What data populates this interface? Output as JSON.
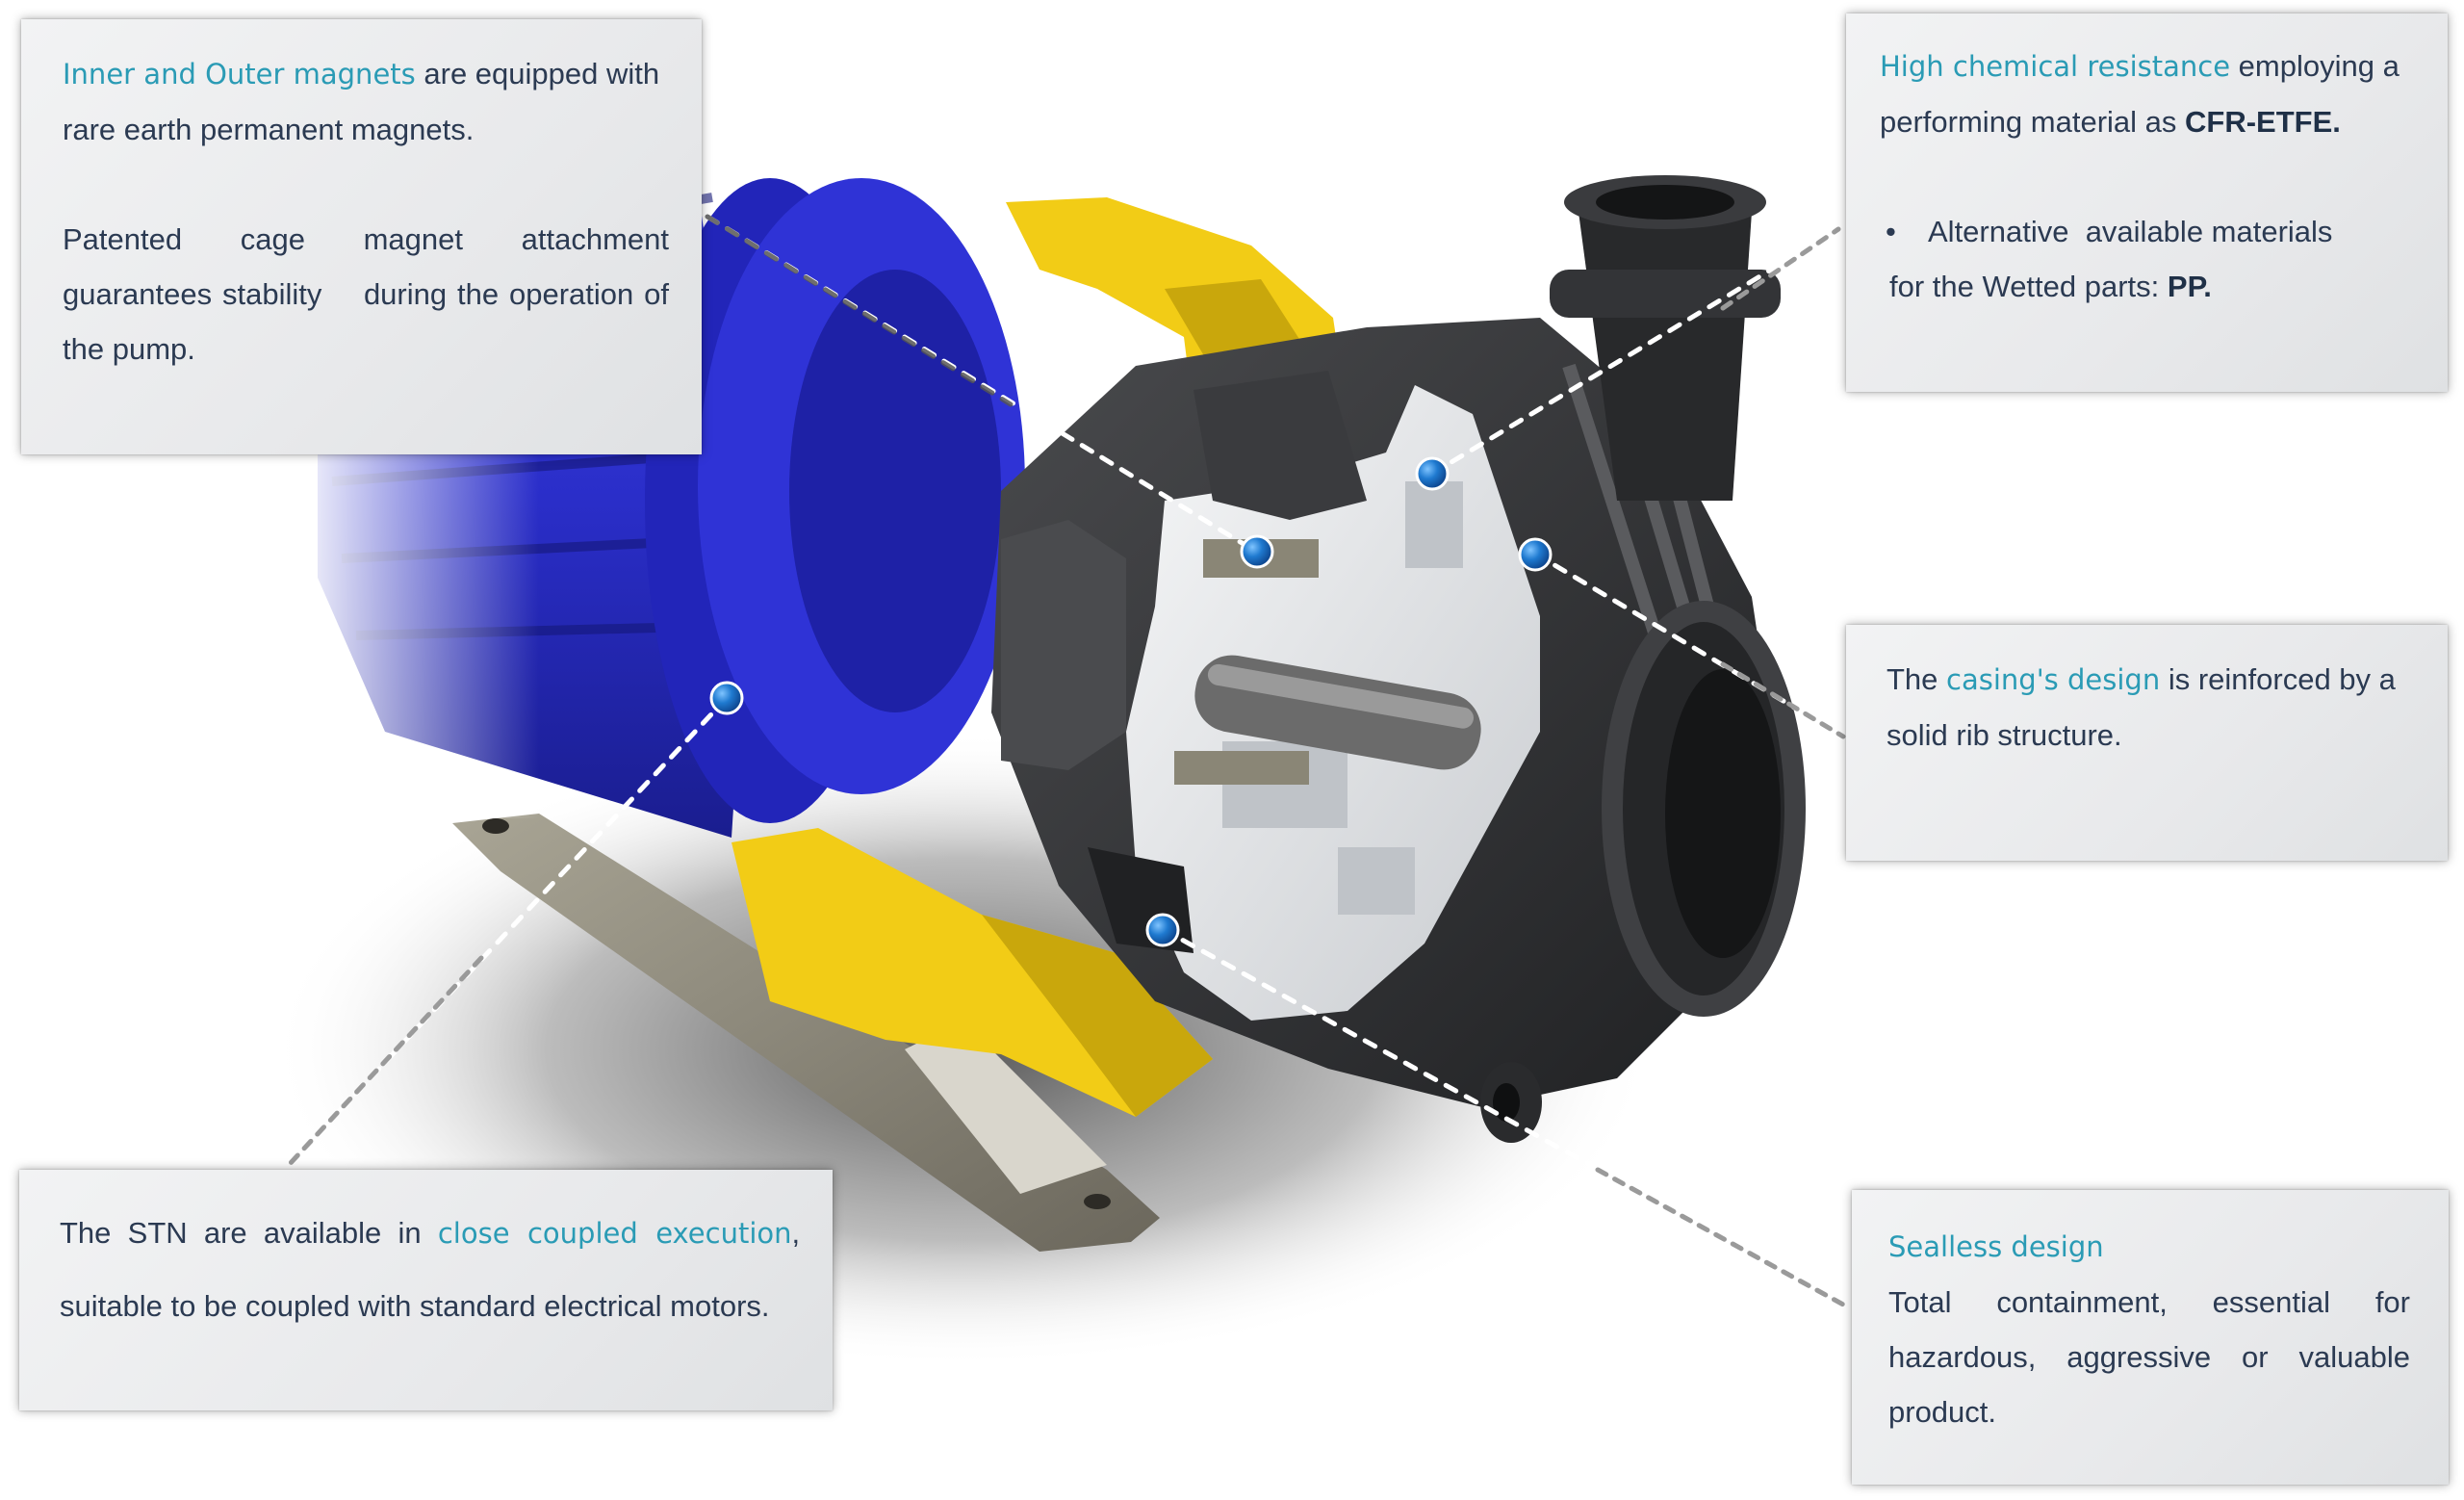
{
  "colors": {
    "accent_text": "#2a9bb5",
    "body_text": "#2b3a52",
    "callout_bg": "#e8e9eb",
    "motor_blue": "#2b2fd0",
    "bracket_yellow": "#f2cc16",
    "casing_dark": "#2e2f31",
    "wetted_white": "#e9ebed",
    "marker_blue": "#1d6fc0"
  },
  "callouts": {
    "magnets": {
      "highlight": "Inner and Outer magnets",
      "text1": " are equipped with rare earth permanent magnets.",
      "text2": "Patented cage magnet attachment guarantees stability    during the operation of the pump."
    },
    "chemical": {
      "highlight": "High chemical resistance",
      "text1": " employing a performing material as ",
      "material": "CFR-ETFE.",
      "bullet": "•",
      "alt_text": "Alternative  available materials",
      "alt_text2": "for the Wetted parts: ",
      "alt_material": "PP."
    },
    "casing": {
      "pre": "The ",
      "highlight": "casing's design",
      "text": " is reinforced by a solid rib structure."
    },
    "coupled": {
      "pre": "The  STN  are  available  in  ",
      "highlight": "close  coupled  execution",
      "post": ",",
      "text": "suitable to be coupled with standard electrical motors."
    },
    "sealless": {
      "highlight": "Sealless design",
      "text": "Total containment, essential for hazardous, aggressive or valuable product."
    }
  },
  "markers": [
    "magnets-marker",
    "chemical-marker",
    "casing-marker",
    "coupled-marker",
    "sealless-marker"
  ],
  "icons": [
    "pump-cutaway-illustration"
  ]
}
